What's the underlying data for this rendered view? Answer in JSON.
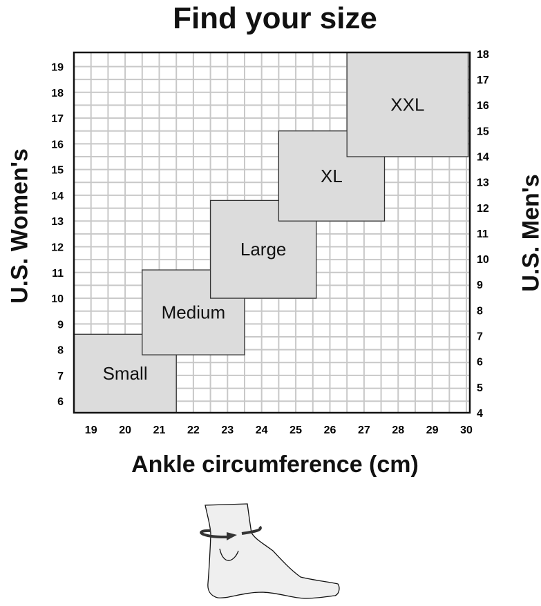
{
  "chart_data": {
    "type": "table",
    "title": "Find your size",
    "xlabel": "Ankle circumference (cm)",
    "ylabel": "U.S. Women's",
    "y2label": "U.S. Men's",
    "xlim": [
      18.5,
      30.1
    ],
    "ylim": [
      5.55,
      19.55
    ],
    "y2lim": [
      4,
      18.05
    ],
    "grid": true,
    "grid_step": 0.5,
    "xticks": [
      19,
      20,
      21,
      22,
      23,
      24,
      25,
      26,
      27,
      28,
      29,
      30
    ],
    "yticks": [
      6,
      7,
      8,
      9,
      10,
      11,
      12,
      13,
      14,
      15,
      16,
      17,
      18,
      19
    ],
    "y2ticks": [
      4,
      5,
      6,
      7,
      8,
      9,
      10,
      11,
      12,
      13,
      14,
      15,
      16,
      17,
      18
    ],
    "sizes": [
      {
        "label": "Small",
        "x": [
          18.5,
          21.5
        ],
        "y": [
          5.55,
          8.6
        ]
      },
      {
        "label": "Medium",
        "x": [
          20.5,
          23.5
        ],
        "y": [
          7.8,
          11.1
        ]
      },
      {
        "label": "Large",
        "x": [
          22.5,
          25.6
        ],
        "y": [
          10.0,
          13.8
        ]
      },
      {
        "label": "XL",
        "x": [
          24.5,
          27.6
        ],
        "y": [
          13.0,
          16.5
        ]
      },
      {
        "label": "XXL",
        "x": [
          26.5,
          30.05
        ],
        "y": [
          15.5,
          19.55
        ]
      }
    ],
    "colors": {
      "box": "#dcdcdc",
      "grid": "#c8c8c8",
      "axis": "#111111"
    }
  }
}
